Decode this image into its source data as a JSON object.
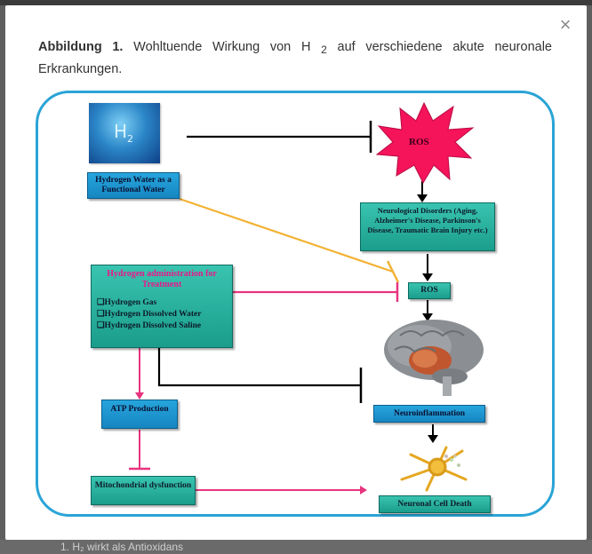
{
  "caption": {
    "label": "Abbildung 1.",
    "text_before": "Wohltuende Wirkung von H",
    "subscript": "2",
    "text_after": "auf verschiedene akute neuronale Erkrankungen."
  },
  "close_icon": "×",
  "background_text": "1. H₂ wirkt als Antioxidans",
  "figure": {
    "h2_label": "H",
    "h2_sub": "2",
    "hydrogen_water": "Hydrogen Water as a Functional Water",
    "ros_top": "ROS",
    "neuro_disorders": "Neurological Disorders (Aging, Alzheimer's Disease, Parkinson's Disease, Traumatic Brain Injury etc.)",
    "ros_mid": "ROS",
    "admin_title": "Hydrogen administration for Treatment",
    "admin_items": [
      "❑Hydrogen Gas",
      "❑Hydrogen Dissolved Water",
      "❑Hydrogen Dissolved Saline"
    ],
    "atp": "ATP Production",
    "mito": "Mitochondrial dysfunction",
    "neuroinflammation": "Neuroinflammation",
    "cell_death": "Neuronal Cell Death"
  },
  "colors": {
    "frame": "#2aa4d6",
    "inhibit_black": "#000000",
    "inhibit_orange": "#f2b233",
    "inhibit_pink": "#e8347f",
    "ros_star": "#f5135a"
  }
}
